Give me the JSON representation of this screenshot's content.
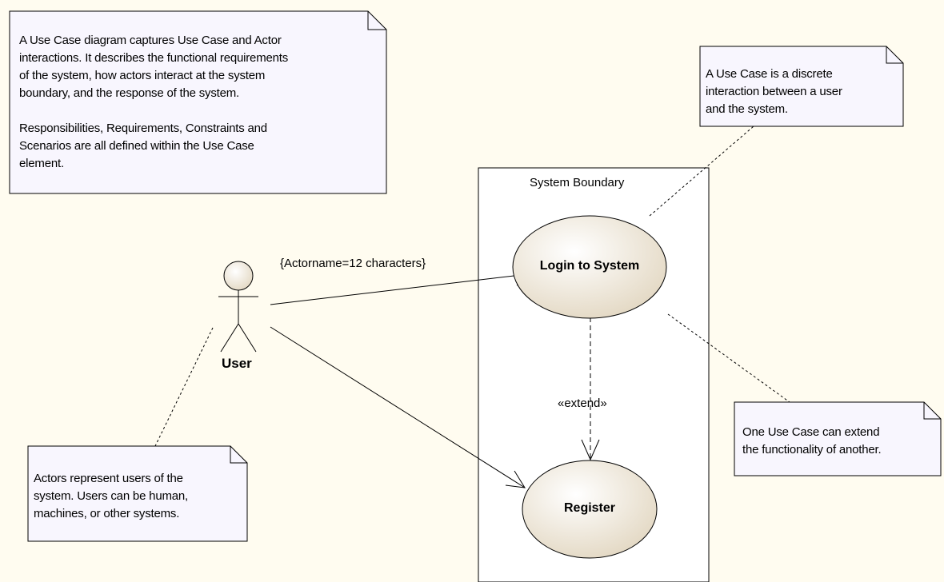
{
  "diagram": {
    "notes": {
      "intro": "A Use Case diagram captures Use Case and Actor\ninteractions. It describes the functional requirements\nof the system, how actors interact at the system\nboundary, and the response of the system.\n\nResponsibilities, Requirements, Constraints and\nScenarios are all defined within the Use Case\nelement.",
      "use_case": "A Use Case is a discrete\ninteraction between a user\nand the system.",
      "extend": "One Use Case can extend\nthe functionality of another.",
      "actors": "Actors represent users of the\nsystem. Users can be human,\nmachines, or other systems."
    },
    "boundary": {
      "title": "System Boundary"
    },
    "actor": {
      "name": "User"
    },
    "use_cases": {
      "login": "Login to System",
      "register": "Register"
    },
    "connectors": {
      "association_constraint": "{Actorname=12 characters}",
      "extend_stereotype": "«extend»"
    },
    "colors": {
      "background": "#FFFCF0",
      "note_fill": "#F8F6FE",
      "usecase_fill": "#E9E1D2",
      "line": "#000000"
    }
  }
}
